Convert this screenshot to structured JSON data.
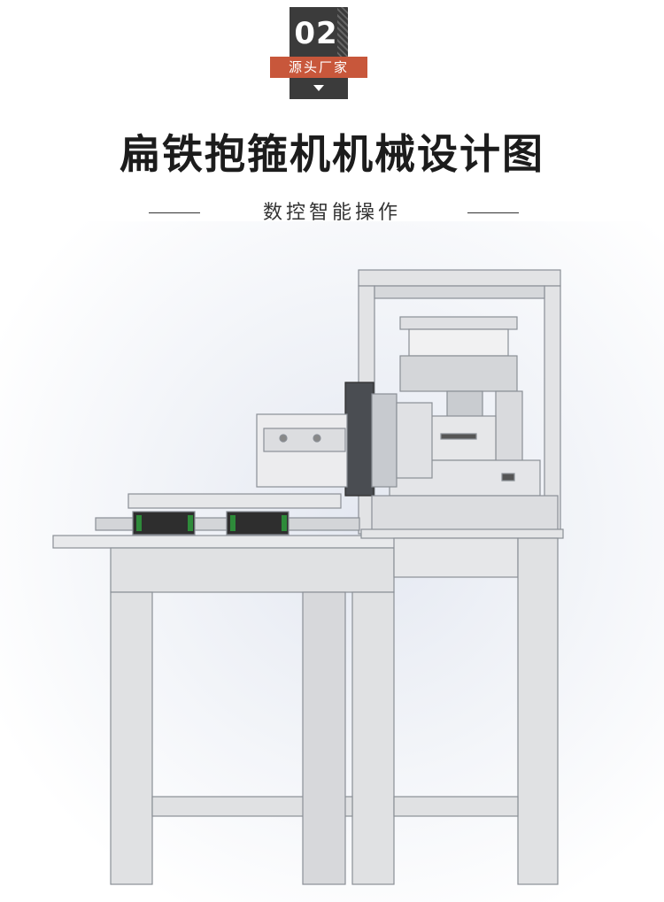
{
  "badge": {
    "number": "02",
    "label": "源头厂家"
  },
  "title": "扁铁抱箍机机械设计图",
  "subtitle": "数控智能操作",
  "colors": {
    "badge_dark": "#3b3b3b",
    "badge_accent": "#c8573b",
    "frame": "#dcdcdc",
    "rail_green": "#2e8b3a"
  },
  "icons": {
    "badge_arrow": "chevron-down-icon"
  }
}
